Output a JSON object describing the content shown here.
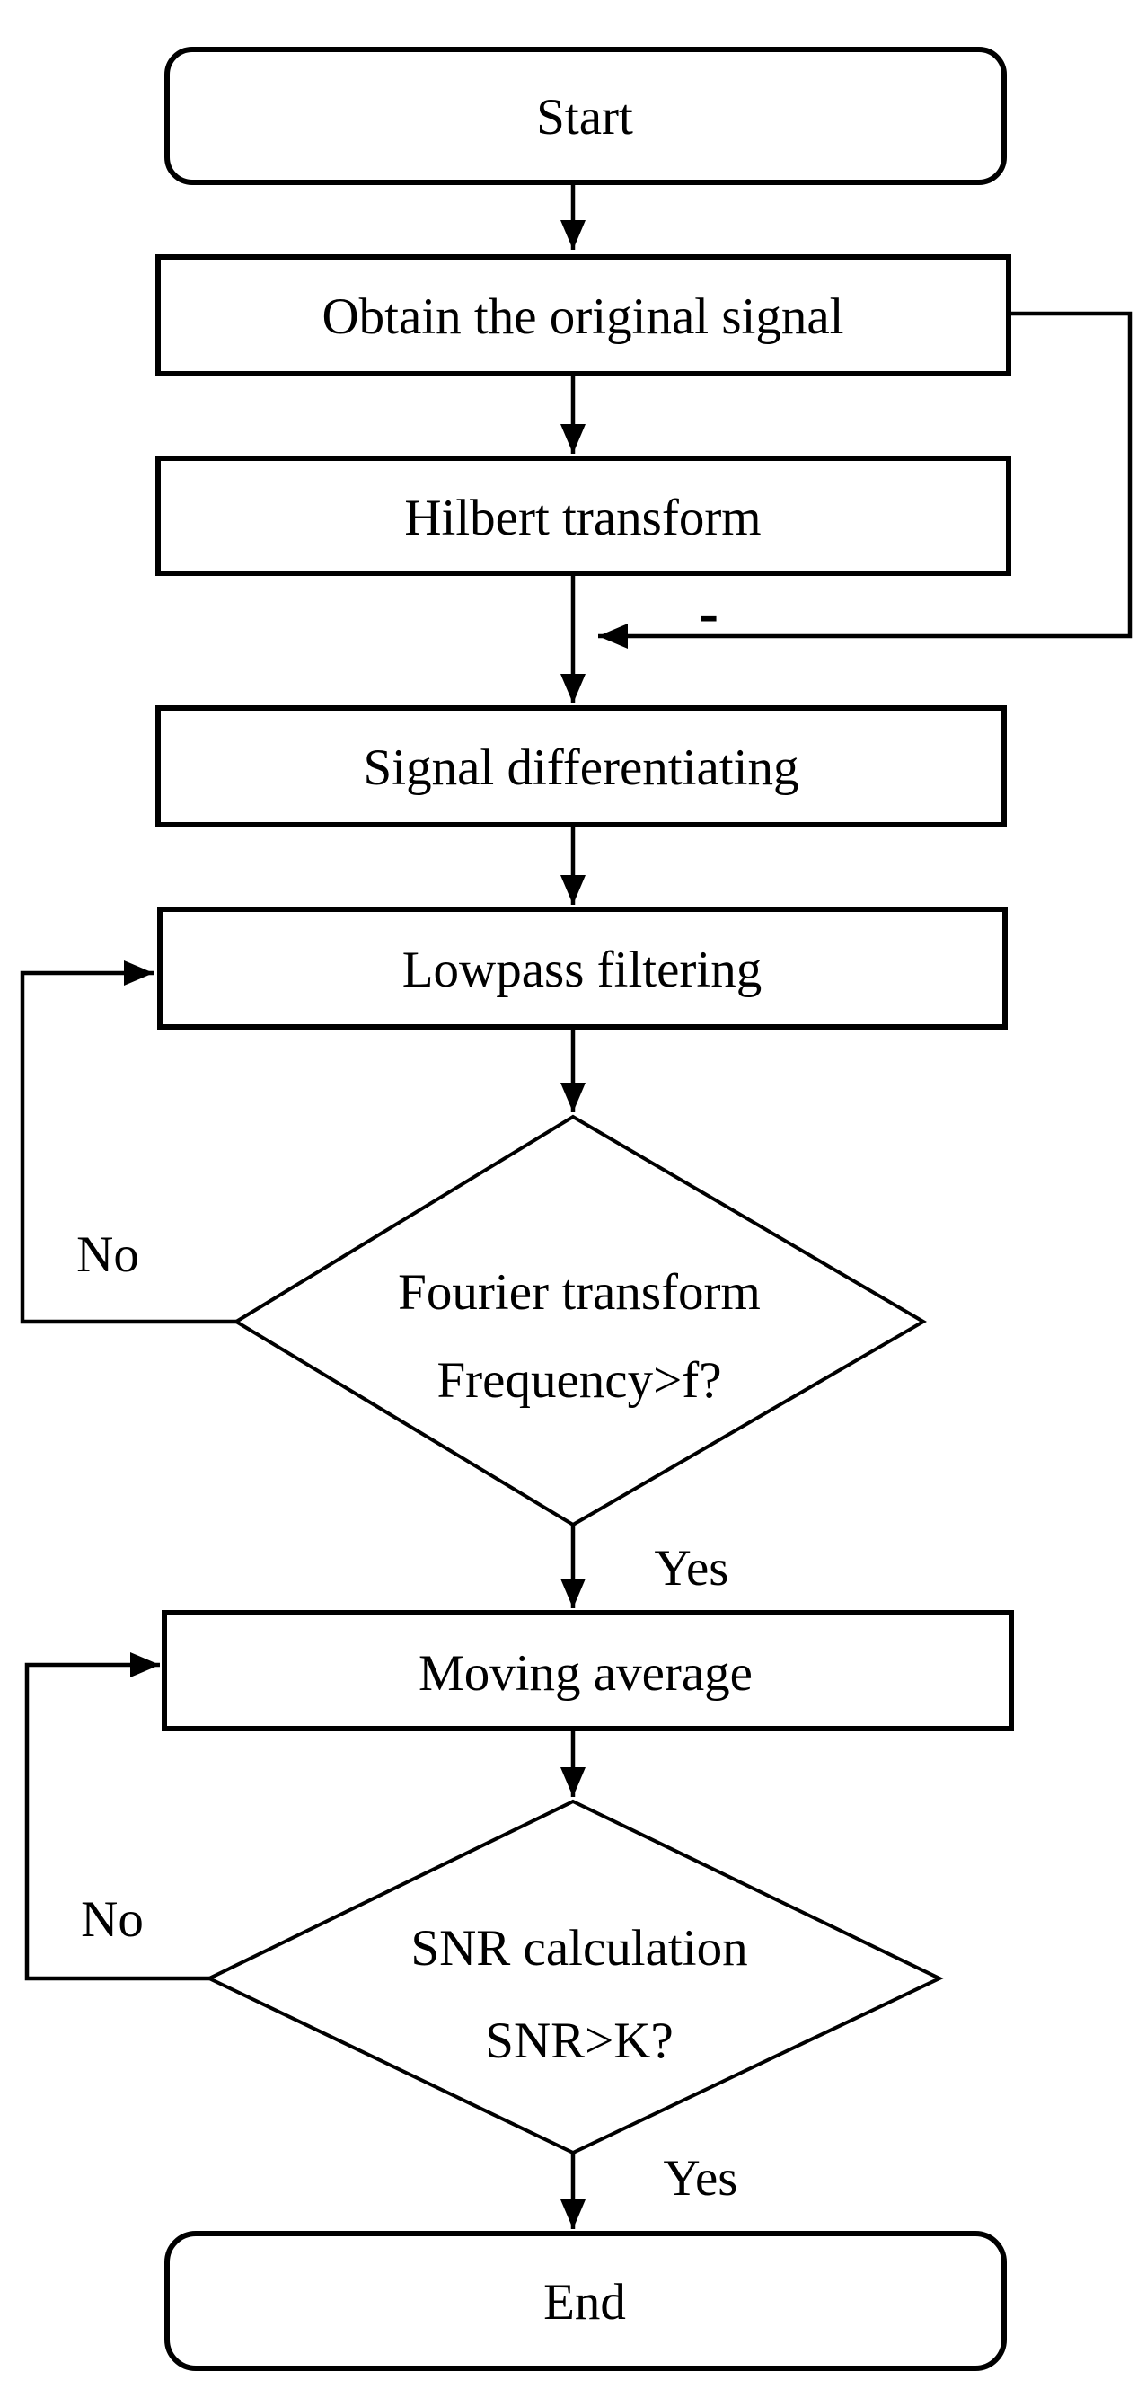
{
  "diagram": {
    "type": "flowchart",
    "background": "#ffffff",
    "stroke_color": "#000000",
    "nodes": {
      "start": {
        "shape": "terminator",
        "label": "Start"
      },
      "obtain_signal": {
        "shape": "process",
        "label": "Obtain the original signal"
      },
      "hilbert": {
        "shape": "process",
        "label": "Hilbert transform"
      },
      "differentiate": {
        "shape": "process",
        "label": "Signal differentiating"
      },
      "lowpass": {
        "shape": "process",
        "label": "Lowpass filtering"
      },
      "fourier_decision": {
        "shape": "decision",
        "line1": "Fourier transform",
        "line2": "Frequency>f?"
      },
      "moving_average": {
        "shape": "process",
        "label": "Moving average"
      },
      "snr_decision": {
        "shape": "decision",
        "line1": "SNR calculation",
        "line2": "SNR>K?"
      },
      "end": {
        "shape": "terminator",
        "label": "End"
      }
    },
    "edge_labels": {
      "fourier_no": "No",
      "fourier_yes": "Yes",
      "snr_no": "No",
      "snr_yes": "Yes",
      "subtract": "-"
    }
  }
}
